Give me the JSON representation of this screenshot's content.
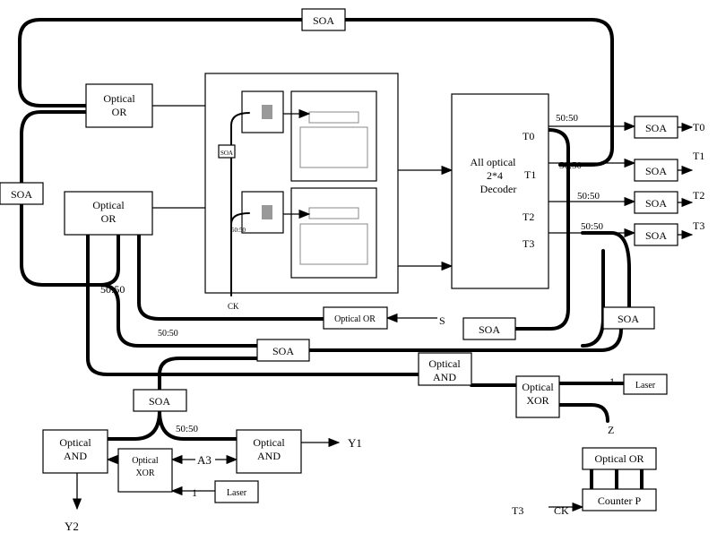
{
  "blocks": {
    "soa_top": "SOA",
    "optical_or_1": [
      "Optical",
      "OR"
    ],
    "soa_left": "SOA",
    "optical_or_2": [
      "Optical",
      "OR"
    ],
    "inner_soa": "SOA",
    "inner_split": "50:50",
    "ck_label": "CK",
    "decoder": [
      "All optical",
      "2*4",
      "Decoder"
    ],
    "decoder_outputs": [
      "T0",
      "T1",
      "T2",
      "T3"
    ],
    "output_soas": [
      "SOA",
      "SOA",
      "SOA",
      "SOA"
    ],
    "output_labels": [
      "T0",
      "T1",
      "T2",
      "T3"
    ],
    "split_labels": [
      "50:50",
      "50:50",
      "50:50",
      "50:50"
    ],
    "optical_or_mid": "Optical OR",
    "s_label": "S",
    "soa_mid": "SOA",
    "soa_right": "SOA",
    "soa_lower": "SOA",
    "split_left": "50:50",
    "split_left2": "50:50",
    "optical_and_mid": [
      "Optical",
      "AND"
    ],
    "optical_xor_right": [
      "Optical",
      "XOR"
    ],
    "laser_right": "Laser",
    "one_right": "1",
    "z_label": "Z",
    "optical_or_counter": "Optical OR",
    "counter": "Counter P",
    "t3_label": "T3",
    "ck_label2": "CK",
    "soa_bottom": "SOA",
    "split_bottom": "50:50",
    "optical_and_left": [
      "Optical",
      "AND"
    ],
    "optical_xor_bottom": [
      "Optical",
      "XOR"
    ],
    "optical_and_right": [
      "Optical",
      "AND"
    ],
    "a3_label": "A3",
    "laser_bottom": "Laser",
    "one_bottom": "1",
    "y1_label": "Y1",
    "y2_label": "Y2"
  }
}
